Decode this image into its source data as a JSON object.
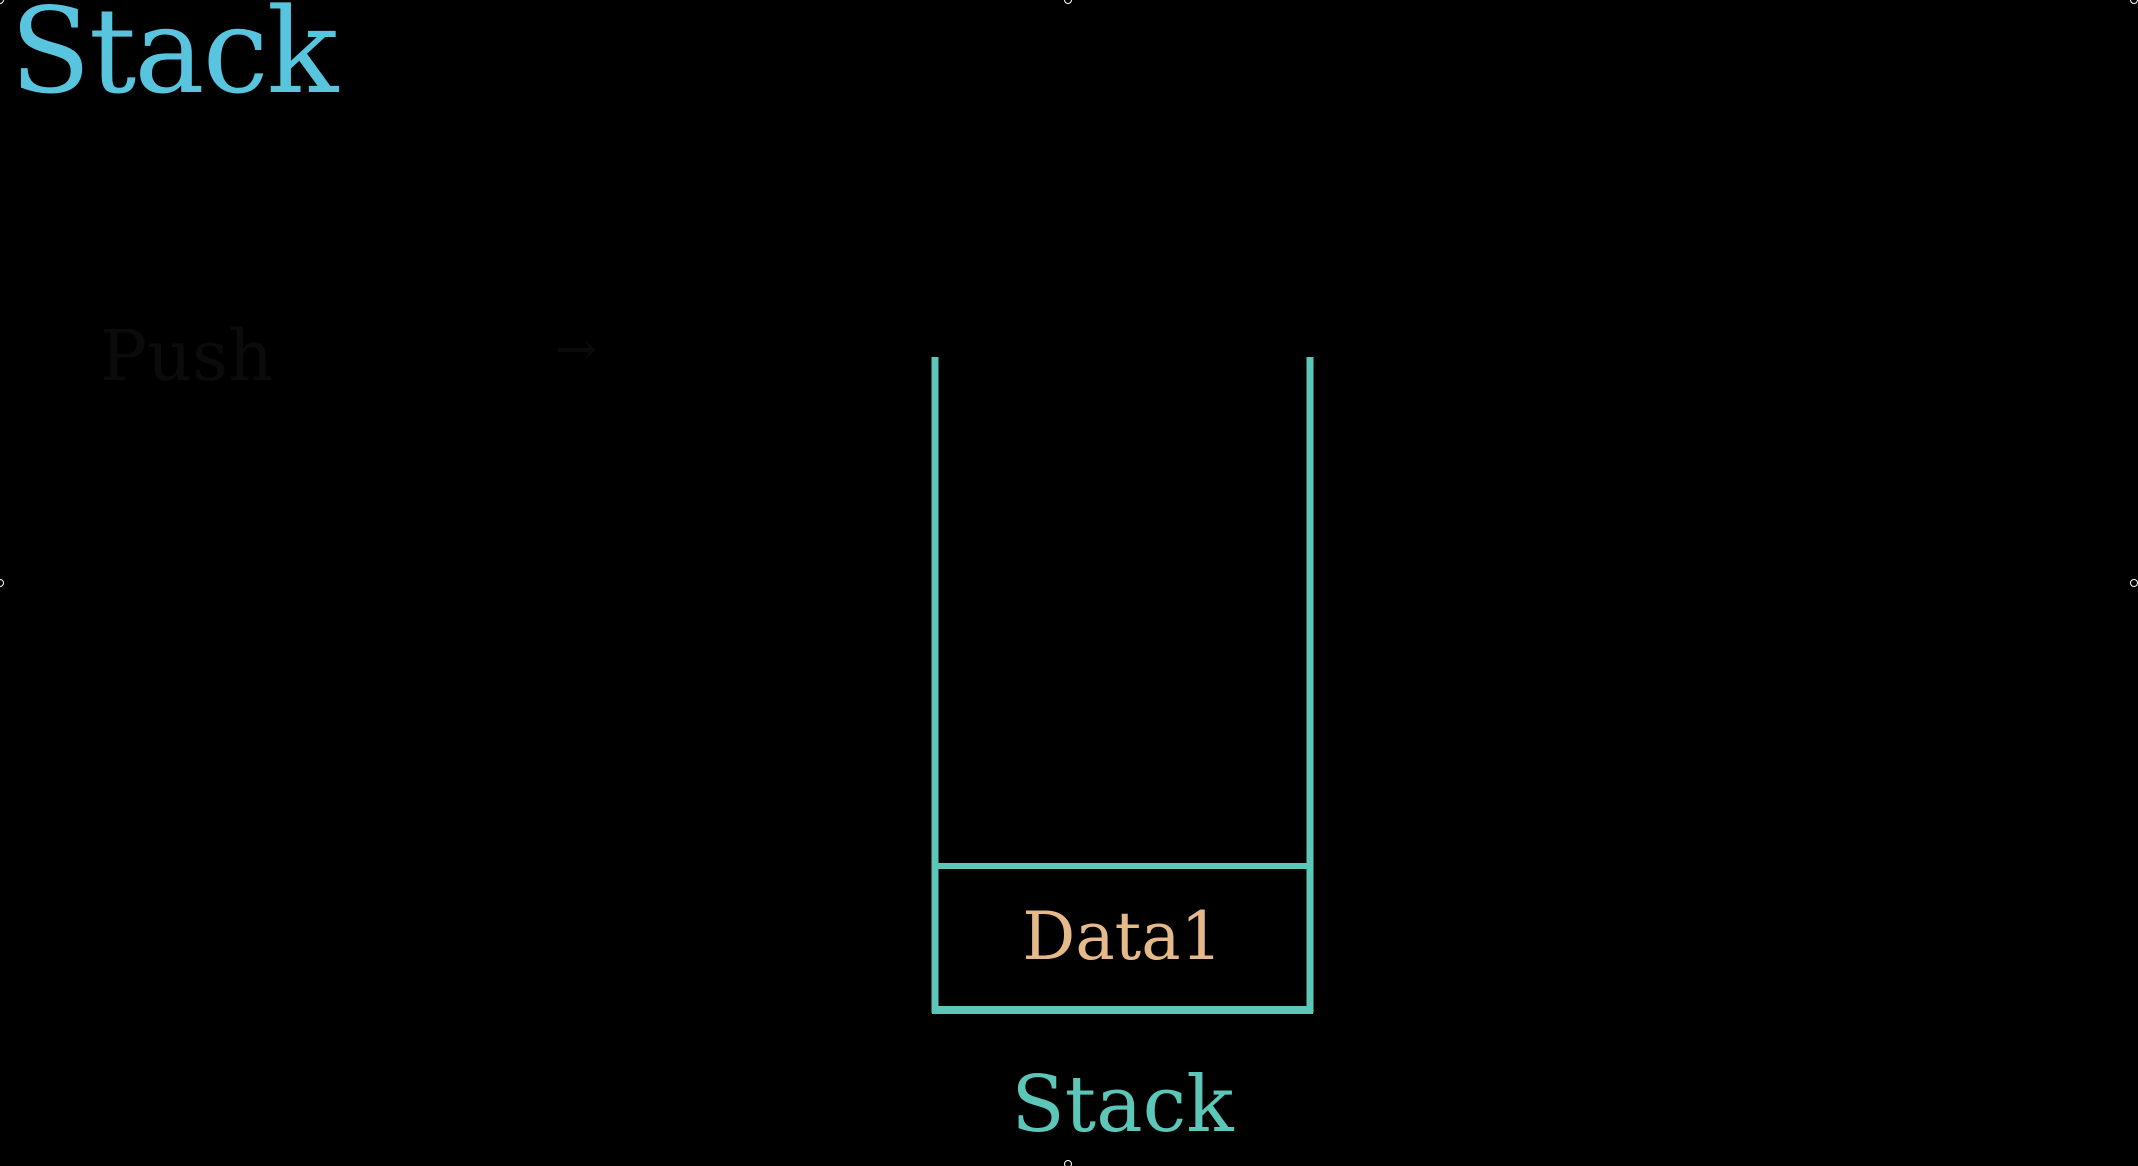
{
  "title": "Stack",
  "faded": {
    "push_label": "Push",
    "arrow_label": "→"
  },
  "stack": {
    "items": [
      "Data1"
    ],
    "caption": "Stack",
    "container_color": "#5CC7B8",
    "item_text_color": "#E6B98A"
  },
  "colors": {
    "background": "#000000",
    "title": "#58C4DD"
  }
}
